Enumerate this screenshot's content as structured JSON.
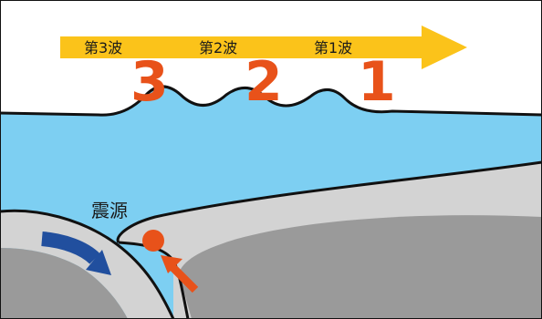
{
  "waves": [
    {
      "label": "第3波",
      "number": "3"
    },
    {
      "label": "第2波",
      "number": "2"
    },
    {
      "label": "第1波",
      "number": "1"
    }
  ],
  "epicenter_label": "震源",
  "colors": {
    "sky": "#ffffff",
    "sea": "#7dcff2",
    "arrow": "#fbc31a",
    "number": "#e8521a",
    "plate_light": "#d3d3d3",
    "plate_dark": "#9a9a9a",
    "blue_arrow": "#214f9e",
    "outline": "#111111"
  }
}
